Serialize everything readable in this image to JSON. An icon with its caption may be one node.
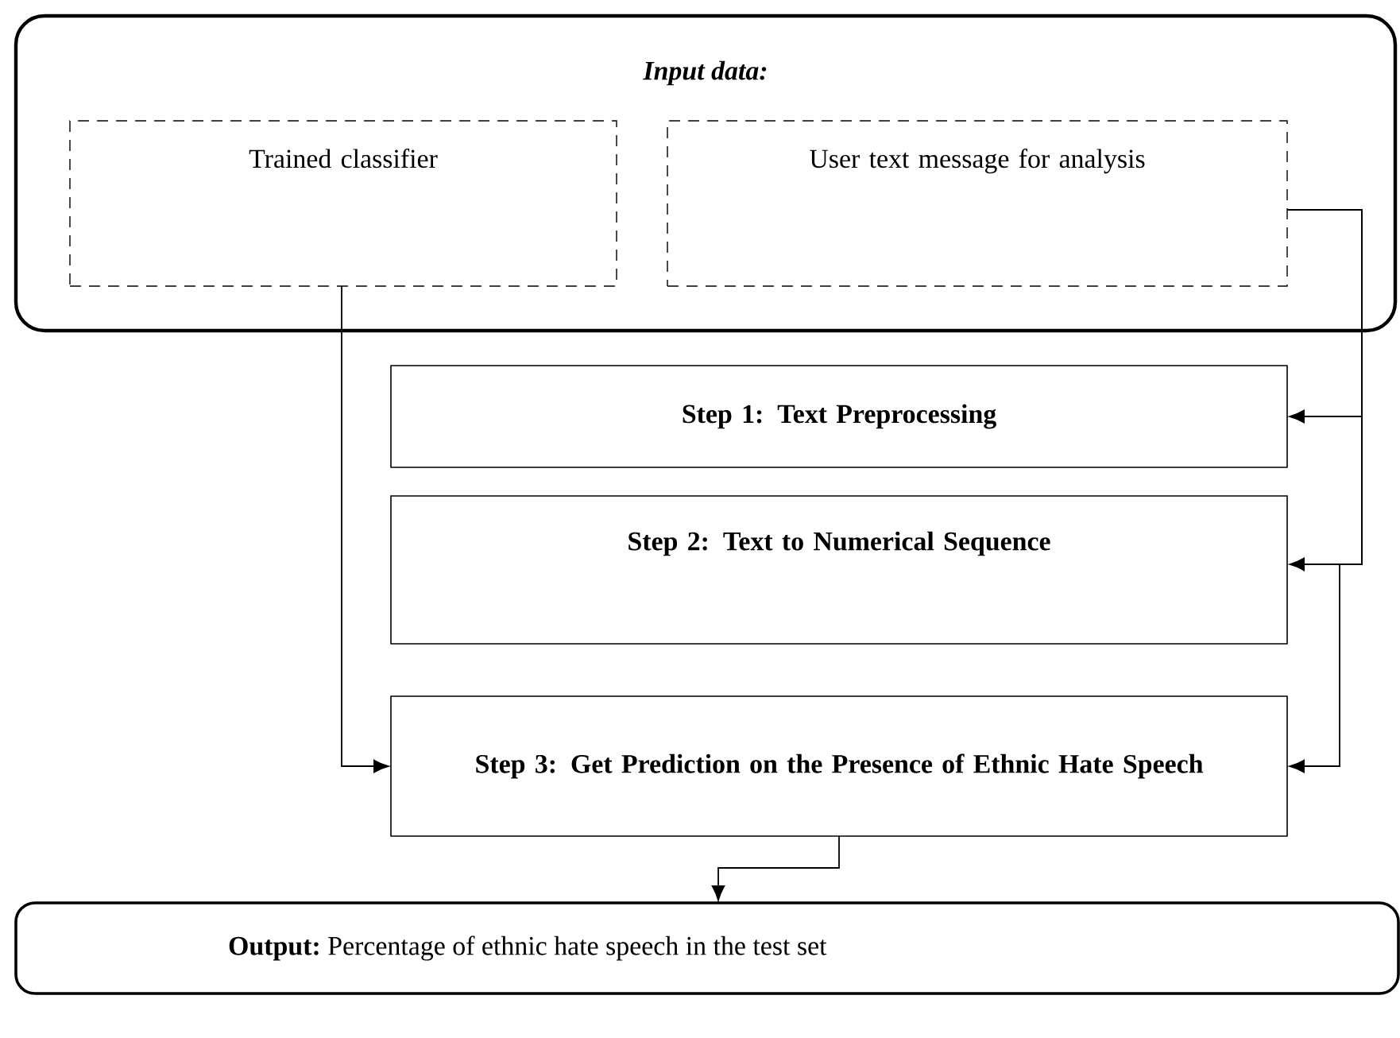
{
  "diagram": {
    "nodes": [
      {
        "text": [
          "Input data:"
        ]
      },
      {
        "text": [
          "Trained classifier"
        ],
        "in": 0
      },
      {
        "text": [
          "User text message for analysis"
        ],
        "in": 0
      },
      {
        "text": [
          "Step 1: Text Preprocessing"
        ]
      },
      {
        "text": [
          "Step 2: Text to Numerical Sequence"
        ]
      },
      {
        "text": [
          "Step 3: Get Prediction on the Presence of Ethnic Hate Speech"
        ]
      },
      {
        "text": [
          "**Output:** Percentage of ethnic hate speech in the test set"
        ]
      }
    ],
    "edges": [
      {
        "from": 2,
        "to": 3,
        "arrow": "to"
      },
      {
        "from": 2,
        "to": 4,
        "arrow": "to"
      },
      {
        "from": 2,
        "to": 5,
        "arrow": "to"
      },
      {
        "from": 1,
        "to": 5,
        "arrow": "to"
      },
      {
        "from": 5,
        "to": 6,
        "arrow": "to"
      }
    ]
  }
}
